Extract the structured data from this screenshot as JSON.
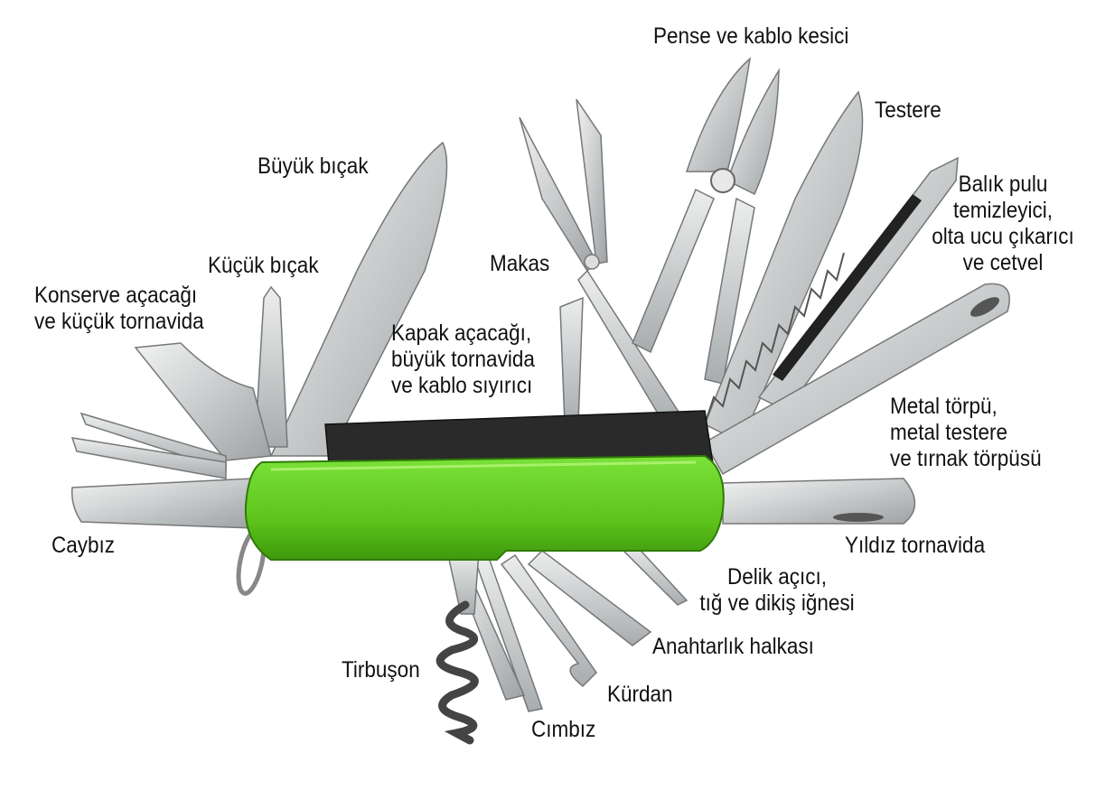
{
  "labels": {
    "pense": "Pense ve kablo kesici",
    "testere": "Testere",
    "balik": [
      "Balık pulu",
      "temizleyici,",
      "olta ucu çıkarıcı",
      "ve cetvel"
    ],
    "buyuk_bicak": "Büyük bıçak",
    "kucuk_bicak": "Küçük bıçak",
    "makas": "Makas",
    "konserve": [
      "Konserve açacağı",
      "ve küçük tornavida"
    ],
    "kapak": [
      "Kapak açacağı,",
      "büyük tornavida",
      "ve kablo sıyırıcı"
    ],
    "metal_torpu": [
      "Metal törpü,",
      "metal testere",
      "ve tırnak törpüsü"
    ],
    "caybiz": "Caybız",
    "yildiz": "Yıldız tornavida",
    "delik": [
      "Delik açıcı,",
      "tığ ve dikiş iğnesi"
    ],
    "anahtarlik": "Anahtarlık halkası",
    "tirbuson": "Tirbuşon",
    "kurdan": "Kürdan",
    "cimbiz": "Cımbız"
  },
  "colors": {
    "handle": "#6fd12b",
    "steel": "#d8dadb",
    "text": "#111111"
  }
}
